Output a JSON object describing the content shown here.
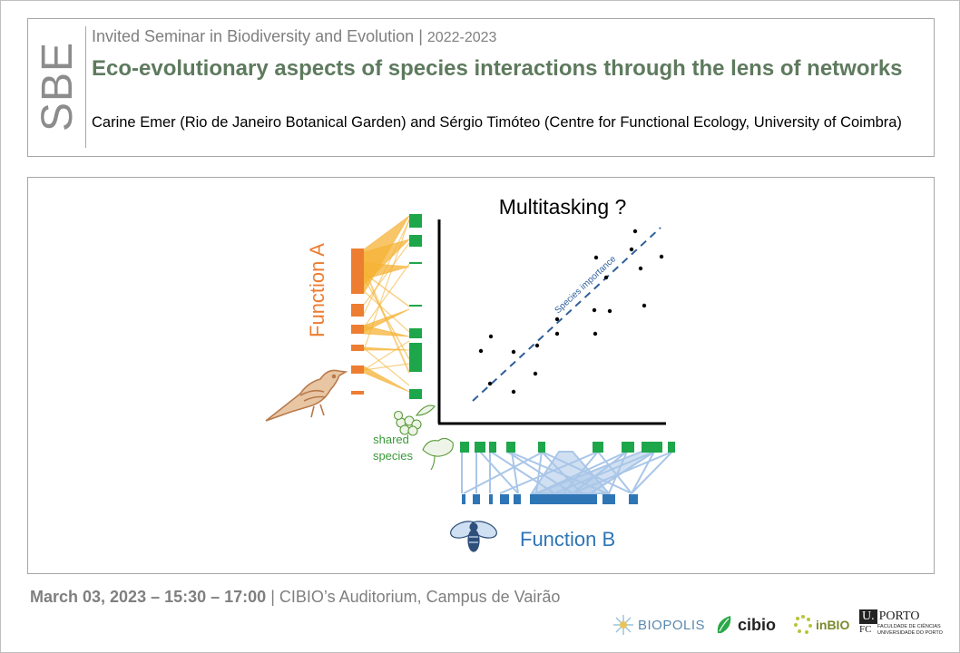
{
  "header": {
    "logo_text": "SBE",
    "series": "Invited Seminar in Biodiversity and Evolution",
    "separator": "|",
    "year": "2022-2023",
    "title": "Eco-evolutionary aspects of species interactions through the lens of networks",
    "speakers": "Carine Emer (Rio de Janeiro Botanical Garden) and Sérgio Timóteo (Centre for Functional Ecology, University of Coimbra)"
  },
  "figure": {
    "heading": "Multitasking ?",
    "function_a": "Function A",
    "function_b": "Function B",
    "trend_label": "Species importance",
    "shared_line1": "shared",
    "shared_line2": "species",
    "colors": {
      "function_a": "#ed7d31",
      "function_a_links": "#f5b335",
      "shared": "#1ea64a",
      "function_b": "#2e75b6",
      "function_b_links": "#a9c6e8",
      "trend": "#2e5f99",
      "bird": "#b87a4b"
    },
    "icons": [
      "bird-icon",
      "berries-icon",
      "flower-icon",
      "bee-icon"
    ]
  },
  "footer": {
    "date_time": "March 03, 2023 – 15:30 – 17:00",
    "separator": "|",
    "venue": "CIBIO’s Auditorium,  Campus de Vairão"
  },
  "logos": {
    "biopolis": "BIOPOLIS",
    "cibio": "cibio",
    "inbio": "inBIO",
    "uporto_u": "U.",
    "uporto": "PORTO",
    "uporto_sub1": "FACULDADE DE CIÊNCIAS",
    "uporto_sub2": "UNIVERSIDADE DO PORTO",
    "uporto_fc": "FC"
  }
}
